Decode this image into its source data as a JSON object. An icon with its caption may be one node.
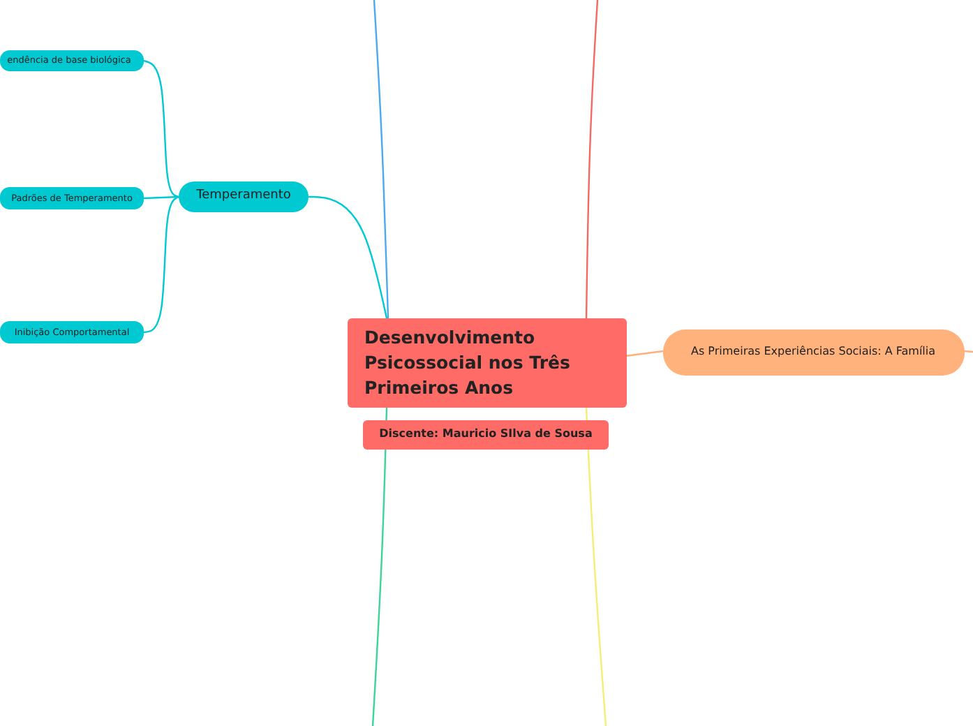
{
  "diagram": {
    "nodes": [
      {
        "text": [
          "Desenvolvimento Psicossocial nos Três Primeiros Anos"
        ]
      },
      {
        "text": [
          "Discente: Mauricio SIlva de Sousa"
        ]
      },
      {
        "text": [
          "Temperamento"
        ]
      },
      {
        "text": [
          "endência de base biológica"
        ]
      },
      {
        "text": [
          "Padrões de Temperamento"
        ]
      },
      {
        "text": [
          "Inibição Comportamental"
        ]
      },
      {
        "text": [
          "As Primeiras Experiências Sociais: A Família"
        ]
      }
    ],
    "edges": [
      {
        "from": 0,
        "to": 2,
        "arrow": "none"
      },
      {
        "from": 2,
        "to": 3,
        "arrow": "none"
      },
      {
        "from": 2,
        "to": 4,
        "arrow": "none"
      },
      {
        "from": 2,
        "to": 5,
        "arrow": "none"
      },
      {
        "from": 0,
        "to": 6,
        "arrow": "none",
        "color": "#ffb07a"
      },
      {
        "from": 6,
        "to": null,
        "arrow": "none",
        "color": "#ffb07a"
      },
      {
        "from": 0,
        "to": null,
        "arrow": "none",
        "color": "#4aaaf0"
      },
      {
        "from": 0,
        "to": null,
        "arrow": "none",
        "color": "#f26a62"
      },
      {
        "from": 0,
        "to": null,
        "arrow": "none",
        "color": "#3dd49a"
      },
      {
        "from": 0,
        "to": null,
        "arrow": "none",
        "color": "#f5ee74"
      }
    ]
  }
}
